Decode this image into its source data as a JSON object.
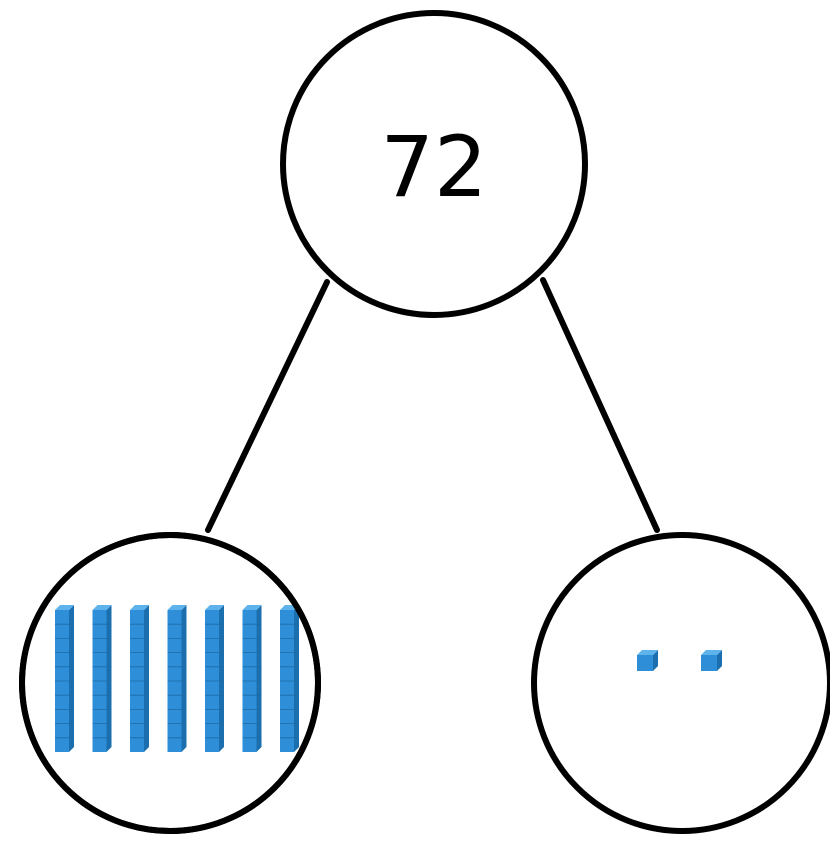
{
  "part_whole_model": {
    "whole": {
      "value": "72"
    },
    "tens_part": {
      "rod_count": 7,
      "cubes_per_rod": 10,
      "icon": "base-ten-rod-icon"
    },
    "ones_part": {
      "cube_count": 2,
      "icon": "unit-cube-icon"
    }
  },
  "colors": {
    "outline": "#000000",
    "block_front": "#2e8fd8",
    "block_side": "#1b6fae",
    "block_top": "#5fb3ec",
    "block_grid": "#1d6aa6"
  }
}
